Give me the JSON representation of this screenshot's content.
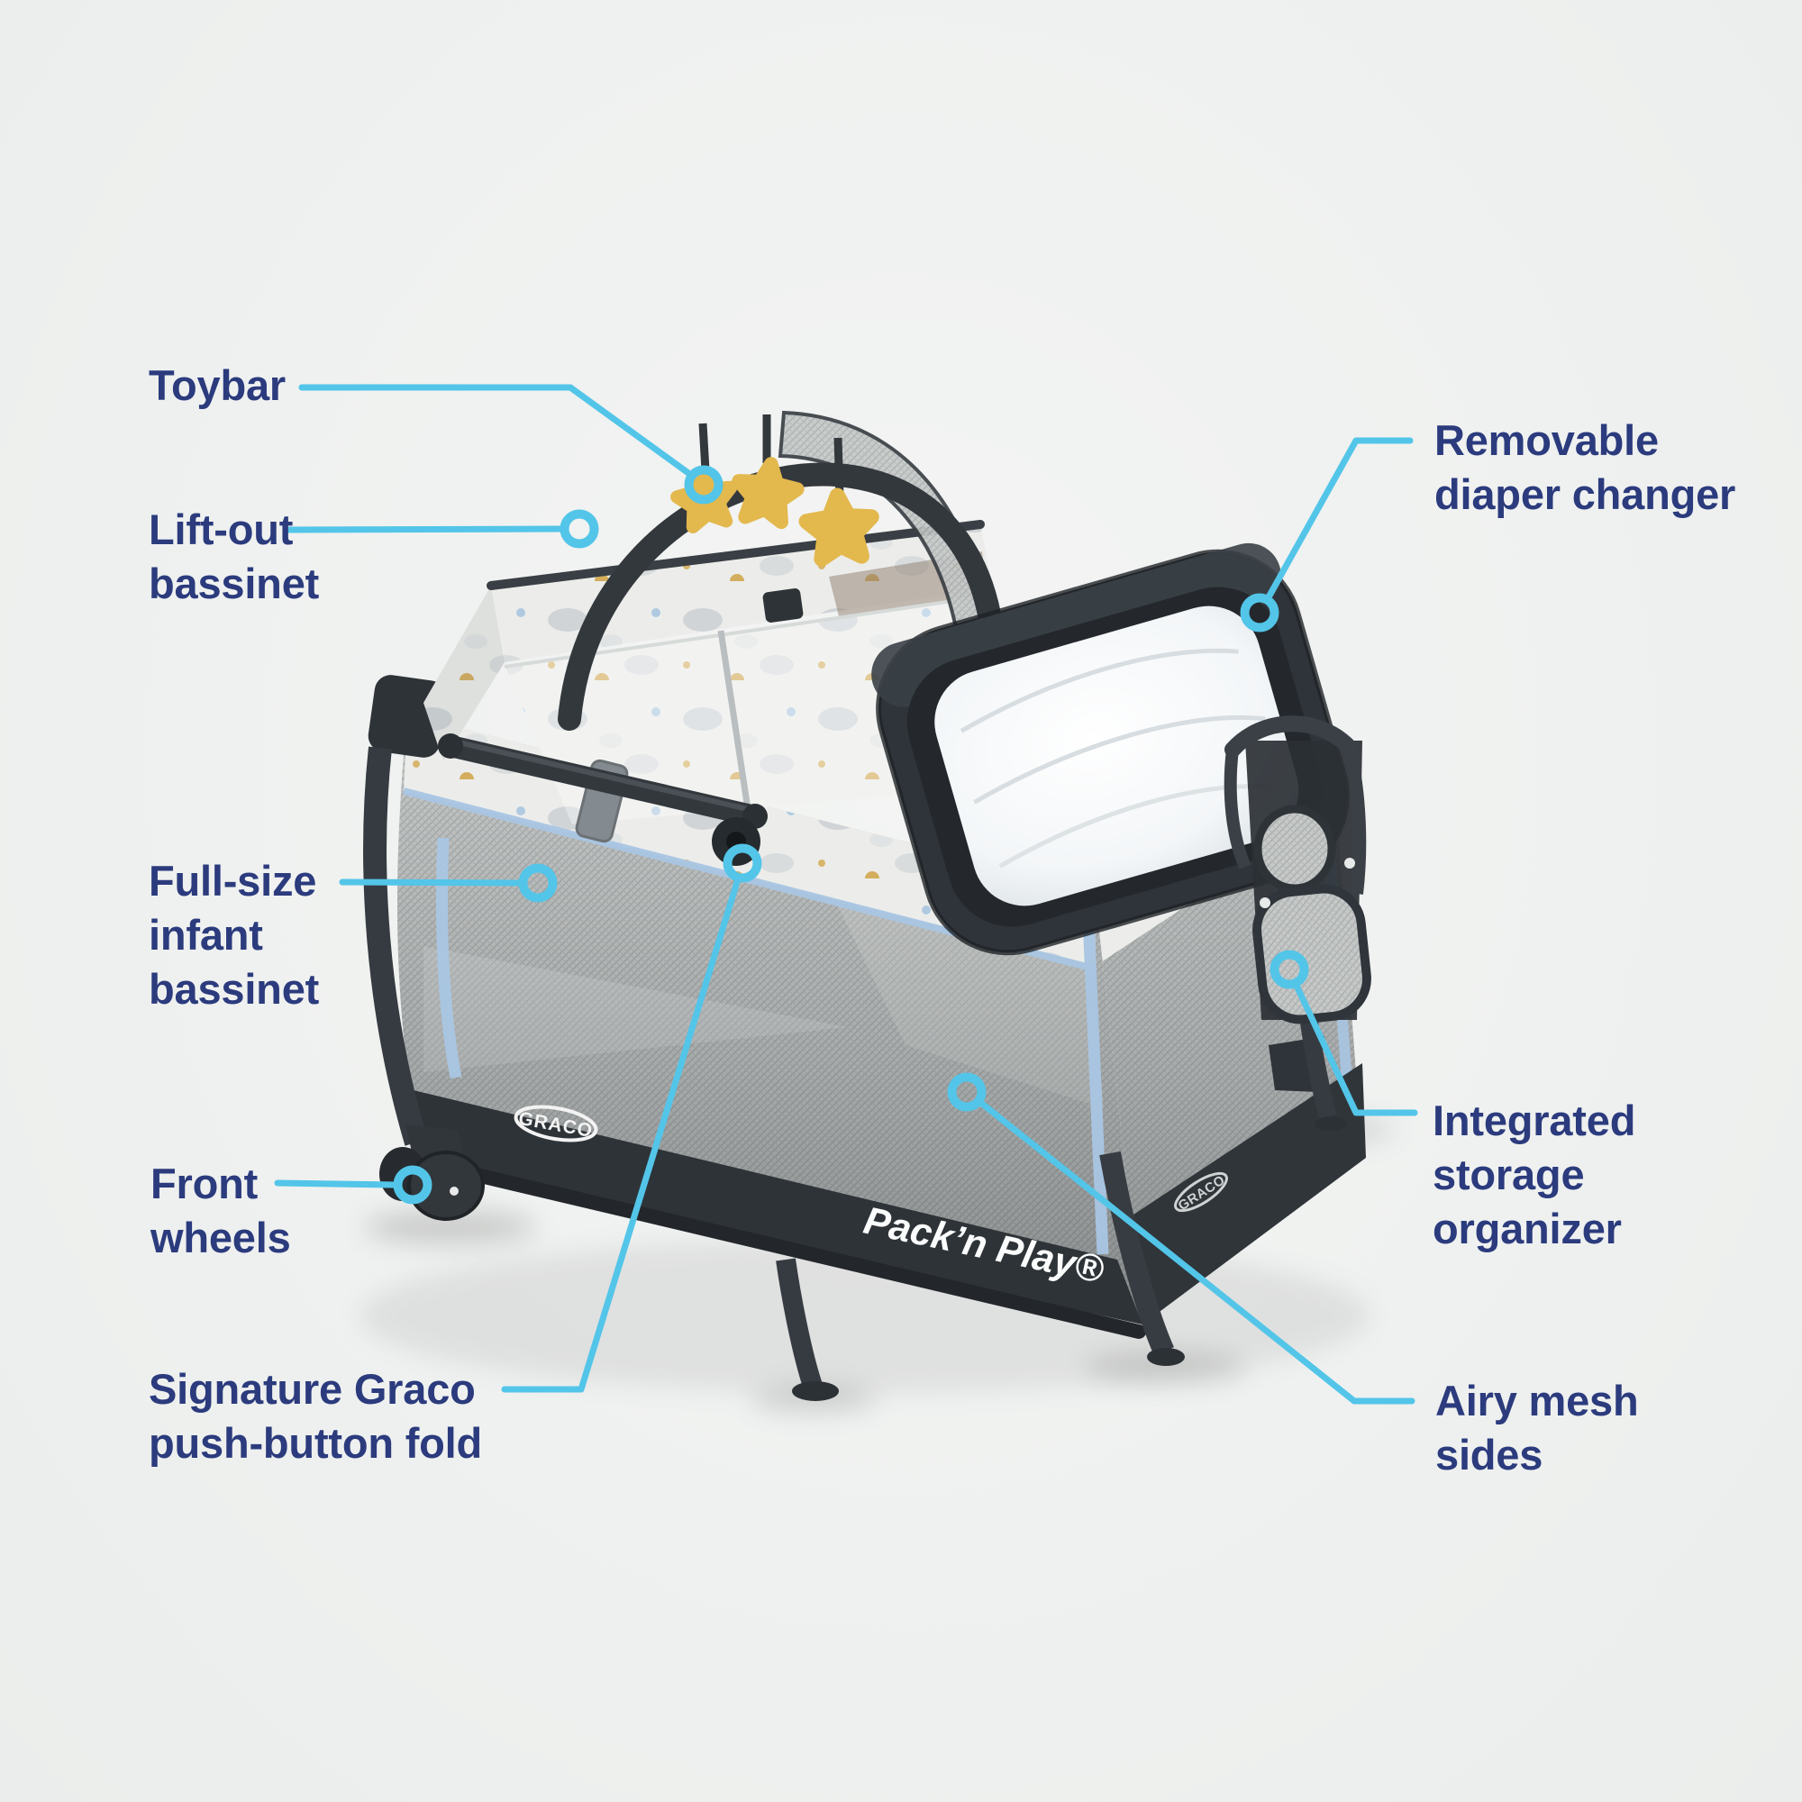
{
  "background": {
    "color": "#eff1f0"
  },
  "palette": {
    "callout_line": "#53c5e8",
    "label_text": "#2b3b7d",
    "frame_dark": "#33383d",
    "mesh_light": "#c6c9c8",
    "fabric_cream": "#ecedea",
    "star_yellow": "#e3b84d",
    "pad_white": "#f9fbfc",
    "accent_blue": "#a9c6e3"
  },
  "product": {
    "brand_logo": "GRACO",
    "wordmark": "Pack’n Play®"
  },
  "callouts": [
    {
      "name": "toybar",
      "lines": [
        "Toybar"
      ]
    },
    {
      "name": "lift-out-bassinet",
      "lines": [
        "Lift-out",
        "bassinet"
      ]
    },
    {
      "name": "removable-diaper-changer",
      "lines": [
        "Removable",
        "diaper changer"
      ]
    },
    {
      "name": "full-size-infant-bassinet",
      "lines": [
        "Full-size",
        "infant",
        "bassinet"
      ]
    },
    {
      "name": "front-wheels",
      "lines": [
        "Front",
        "wheels"
      ]
    },
    {
      "name": "signature-graco-push-button-fold",
      "lines": [
        "Signature Graco",
        "push-button fold"
      ]
    },
    {
      "name": "integrated-storage-organizer",
      "lines": [
        "Integrated",
        "storage",
        "organizer"
      ]
    },
    {
      "name": "airy-mesh-sides",
      "lines": [
        "Airy mesh",
        "sides"
      ]
    }
  ]
}
